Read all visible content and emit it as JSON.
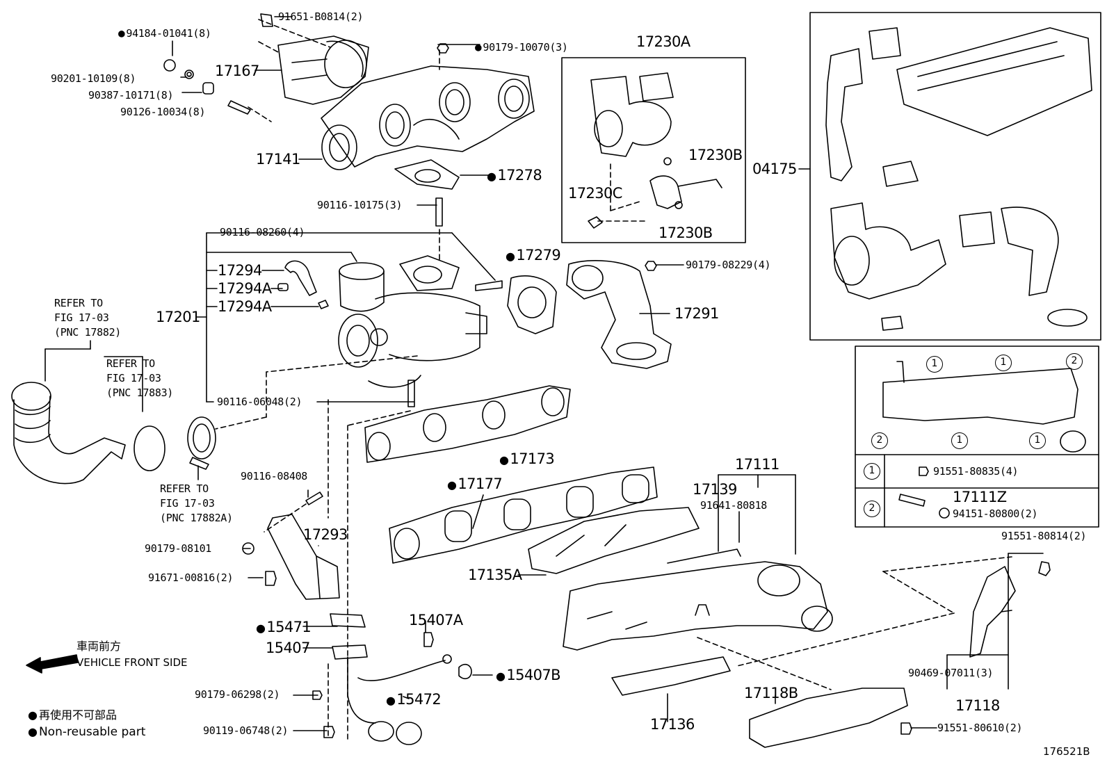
{
  "parts": {
    "p91651_b0814": "91651-B0814(2)",
    "p94184_01041": "94184-01041(8)",
    "p90179_10070": "90179-10070(3)",
    "p17230a": "17230A",
    "p17167": "17167",
    "p90201_10109": "90201-10109(8)",
    "p90387_10171": "90387-10171(8)",
    "p90126_10034": "90126-10034(8)",
    "p17141": "17141",
    "p17278": "17278",
    "p17230b_top": "17230B",
    "p17230c": "17230C",
    "p17230b_bottom": "17230B",
    "p04175": "04175",
    "p90116_10175": "90116-10175(3)",
    "p90116_08260": "90116-08260(4)",
    "p17279": "17279",
    "p90179_08229": "90179-08229(4)",
    "p17294": "17294",
    "p17294a_1": "17294A",
    "p17294a_2": "17294A",
    "p17201": "17201",
    "p17291": "17291",
    "p90116_06048": "90116-06048(2)",
    "p17173": "17173",
    "p17177": "17177",
    "p90116_08408": "90116-08408",
    "p17293": "17293",
    "p90179_08101": "90179-08101",
    "p91671_00816": "91671-00816(2)",
    "p17111": "17111",
    "p17139": "17139",
    "p91641_80818": "91641-80818",
    "p17135a": "17135A",
    "p15471": "15471",
    "p15407a": "15407A",
    "p15407": "15407",
    "p15407b": "15407B",
    "p90179_06298": "90179-06298(2)",
    "p15472": "15472",
    "p90119_06748": "90119-06748(2)",
    "p17136": "17136",
    "p17118b": "17118B",
    "p91551_80610": "91551-80610(2)",
    "p91551_80814": "91551-80814(2)",
    "p90469_07011": "90469-07011(3)",
    "p17118": "17118"
  },
  "refs": {
    "ref1": {
      "line1": "REFER TO",
      "line2": "FIG 17-03",
      "line3": "(PNC 17882)"
    },
    "ref2": {
      "line1": "REFER TO",
      "line2": "FIG 17-03",
      "line3": "(PNC 17883)"
    },
    "ref3": {
      "line1": "REFER TO",
      "line2": "FIG 17-03",
      "line3": "(PNC 17882A)"
    }
  },
  "legend_table": {
    "row1_num": "1",
    "row1_part": "91551-80835(4)",
    "row2_num": "2",
    "row2_part_a": "17111Z",
    "row2_part_b": "94151-80800(2)",
    "callouts": [
      "1",
      "1",
      "2",
      "2",
      "1",
      "1"
    ]
  },
  "vehicle_front": {
    "jp": "車両前方",
    "en": "VEHICLE FRONT SIDE"
  },
  "key": {
    "jp": "再使用不可部品",
    "en": "Non-reusable part"
  },
  "figure_id": "176521B"
}
